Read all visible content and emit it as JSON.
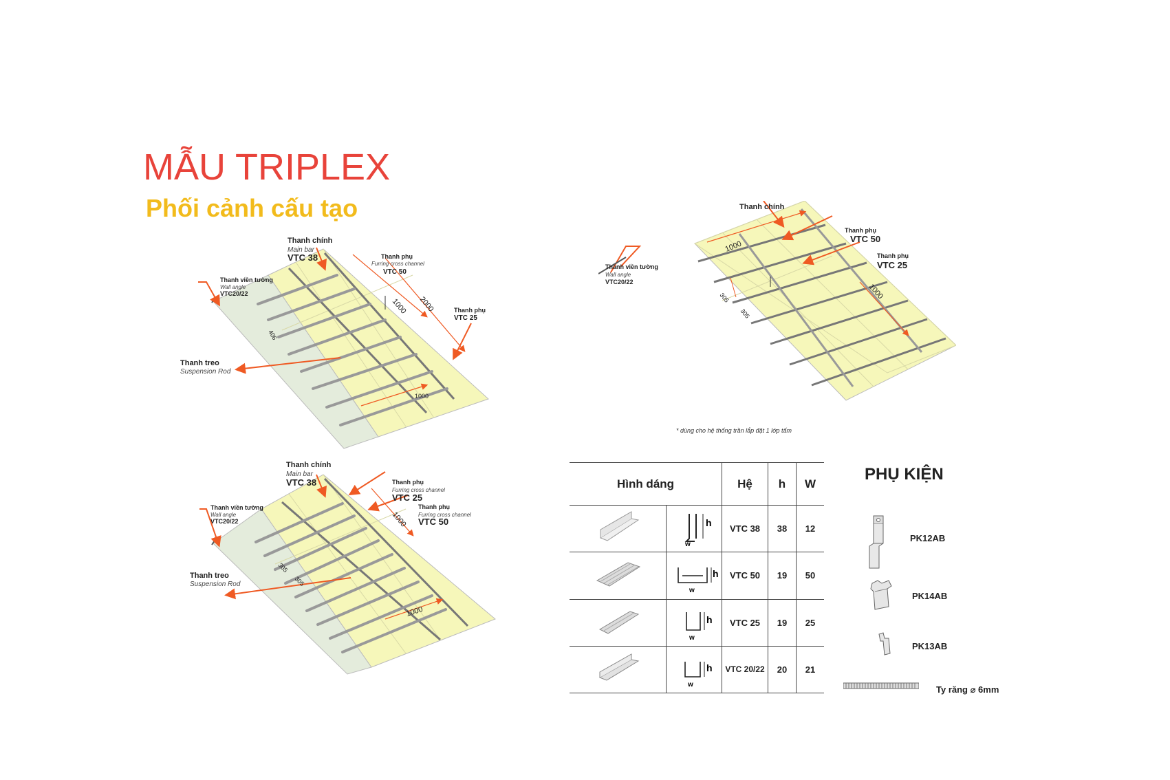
{
  "title": "MẪU TRIPLEX",
  "subtitle": "Phối cảnh cấu tạo",
  "diagram1": {
    "main_bar": {
      "vi": "Thanh chính",
      "en": "Main bar",
      "code": "VTC 38"
    },
    "furring1": {
      "vi": "Thanh phụ",
      "en": "Furring cross channel",
      "code": "VTC 50"
    },
    "furring2": {
      "vi": "Thanh phụ",
      "code": "VTC 25"
    },
    "wall_angle": {
      "vi": "Thanh viền tường",
      "en": "Wall angle",
      "code": "VTC20/22"
    },
    "rod": {
      "vi": "Thanh treo",
      "en": "Suspension Rod"
    },
    "dims": [
      "1000",
      "2000",
      "406",
      "1000"
    ]
  },
  "diagram2": {
    "main_bar": {
      "vi": "Thanh chính"
    },
    "furring1": {
      "vi": "Thanh phụ",
      "code": "VTC 50"
    },
    "furring2": {
      "vi": "Thanh phụ",
      "code": "VTC 25"
    },
    "wall_angle": {
      "vi": "Thanh viền tường",
      "en": "Wall angle",
      "code": "VTC20/22"
    },
    "dims": [
      "1000",
      "1000",
      "305",
      "305"
    ],
    "note": "* dùng cho hệ thống trần lắp đặt 1 lớp tấm"
  },
  "diagram3": {
    "main_bar": {
      "vi": "Thanh chính",
      "en": "Main bar",
      "code": "VTC 38"
    },
    "furring1": {
      "vi": "Thanh phụ",
      "en": "Furring cross channel",
      "code": "VTC 25"
    },
    "furring2": {
      "vi": "Thanh phụ",
      "en": "Furring cross channel",
      "code": "VTC 50"
    },
    "wall_angle": {
      "vi": "Thanh viền tường",
      "en": "Wall angle",
      "code": "VTC20/22"
    },
    "rod": {
      "vi": "Thanh treo",
      "en": "Suspension Rod"
    },
    "dims": [
      "1000",
      "305",
      "305",
      "1000"
    ]
  },
  "table": {
    "headers": [
      "Hình dáng",
      "Hệ",
      "h",
      "W"
    ],
    "rows": [
      {
        "he": "VTC 38",
        "h": "38",
        "w": "12"
      },
      {
        "he": "VTC 50",
        "h": "19",
        "w": "50"
      },
      {
        "he": "VTC 25",
        "h": "19",
        "w": "25"
      },
      {
        "he": "VTC 20/22",
        "h": "20",
        "w": "21"
      }
    ],
    "profile_h": "h",
    "profile_w": "w"
  },
  "accessories": {
    "title": "PHỤ KIỆN",
    "items": [
      "PK12AB",
      "PK14AB",
      "PK13AB"
    ],
    "rod": "Ty răng ⌀ 6mm"
  },
  "colors": {
    "title": "#e8433a",
    "subtitle": "#f2bb1c",
    "board": "#f6f7ba",
    "arrow": "#ef5a23",
    "board_grey": "#e4ecdc"
  }
}
